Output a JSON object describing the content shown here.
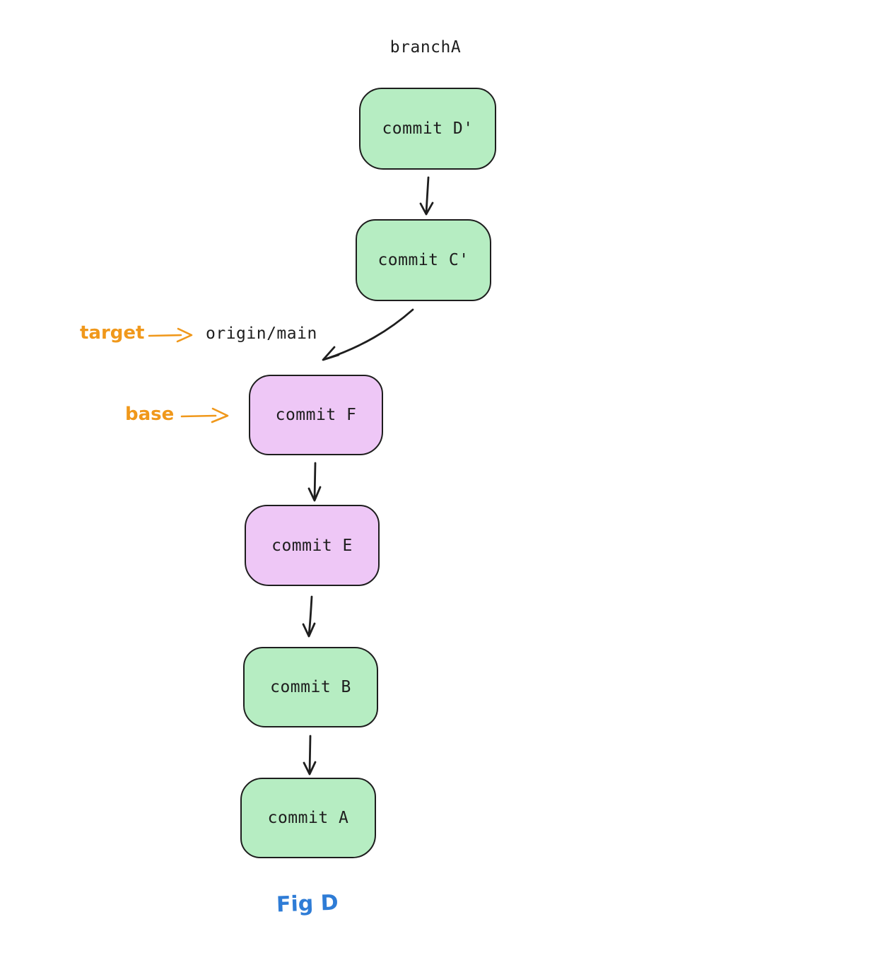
{
  "labels": {
    "branch": "branchA",
    "ref": "origin/main",
    "caption": "Fig D"
  },
  "annotations": [
    {
      "label": "target",
      "points_to": "origin/main"
    },
    {
      "label": "base",
      "points_to": "commit F"
    }
  ],
  "nodes": [
    {
      "label": "commit D'",
      "color_name": "green",
      "fill": "#b6edc2"
    },
    {
      "label": "commit C'",
      "color_name": "green",
      "fill": "#b6edc2"
    },
    {
      "label": "commit F",
      "color_name": "purple",
      "fill": "#eec7f6"
    },
    {
      "label": "commit E",
      "color_name": "purple",
      "fill": "#eec7f6"
    },
    {
      "label": "commit B",
      "color_name": "green",
      "fill": "#b6edc2"
    },
    {
      "label": "commit A",
      "color_name": "green",
      "fill": "#b6edc2"
    }
  ],
  "edges": [
    {
      "from": "commit D'",
      "to": "commit C'"
    },
    {
      "from": "commit C'",
      "to": "commit F"
    },
    {
      "from": "commit F",
      "to": "commit E"
    },
    {
      "from": "commit E",
      "to": "commit B"
    },
    {
      "from": "commit B",
      "to": "commit A"
    }
  ],
  "colors": {
    "node_green_fill": "#b6edc2",
    "node_purple_fill": "#eec7f6",
    "outline": "#1e1e1e",
    "annotation_orange": "#f0981b",
    "caption_blue": "#2e7cd6",
    "background": "#ffffff"
  }
}
